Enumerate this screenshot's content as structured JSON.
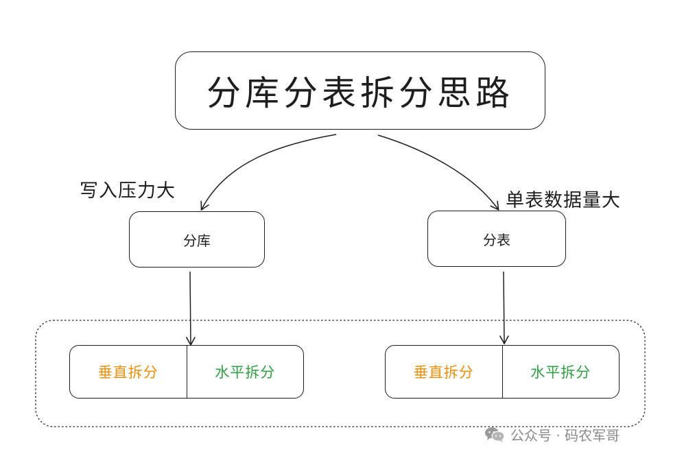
{
  "title": "分库分表拆分思路",
  "nodes": {
    "left": "分库",
    "right": "分表"
  },
  "edge_labels": {
    "left": "写入压力大",
    "right": "单表数据量大"
  },
  "splits": {
    "left": {
      "vertical": "垂直拆分",
      "horizontal": "水平拆分"
    },
    "right": {
      "vertical": "垂直拆分",
      "horizontal": "水平拆分"
    }
  },
  "colors": {
    "vertical": "#e8900c",
    "horizontal": "#2f9e44",
    "stroke": "#1e1e1e"
  },
  "watermark": {
    "icon": "wechat-icon",
    "text": "公众号 · 码农军哥"
  }
}
